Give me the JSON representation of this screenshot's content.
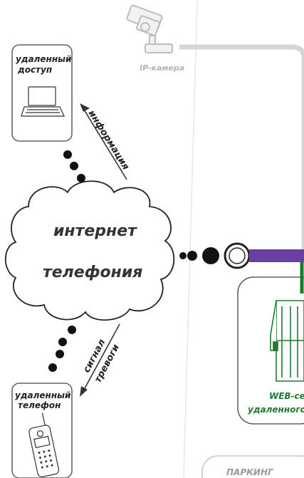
{
  "remote_access": {
    "line1": "удаленный",
    "line2": "доступ"
  },
  "ip_camera": {
    "label": "IP-камера"
  },
  "info_arrow": {
    "label": "информация"
  },
  "cloud": {
    "line1": "интернет",
    "line2": "телефония"
  },
  "alarm_arrow": {
    "line1": "сигнал",
    "line2": "тревоги"
  },
  "remote_phone": {
    "line1": "удаленный",
    "line2": "телефон"
  },
  "web_server": {
    "line1": "WEB-се",
    "line2": "удаленного"
  },
  "parking": {
    "label": "ПАРКИНГ"
  },
  "colors": {
    "purple": "#6a3fa3",
    "green": "#1f7a2f",
    "gray": "#d3d3d3",
    "stroke": "#333333"
  }
}
